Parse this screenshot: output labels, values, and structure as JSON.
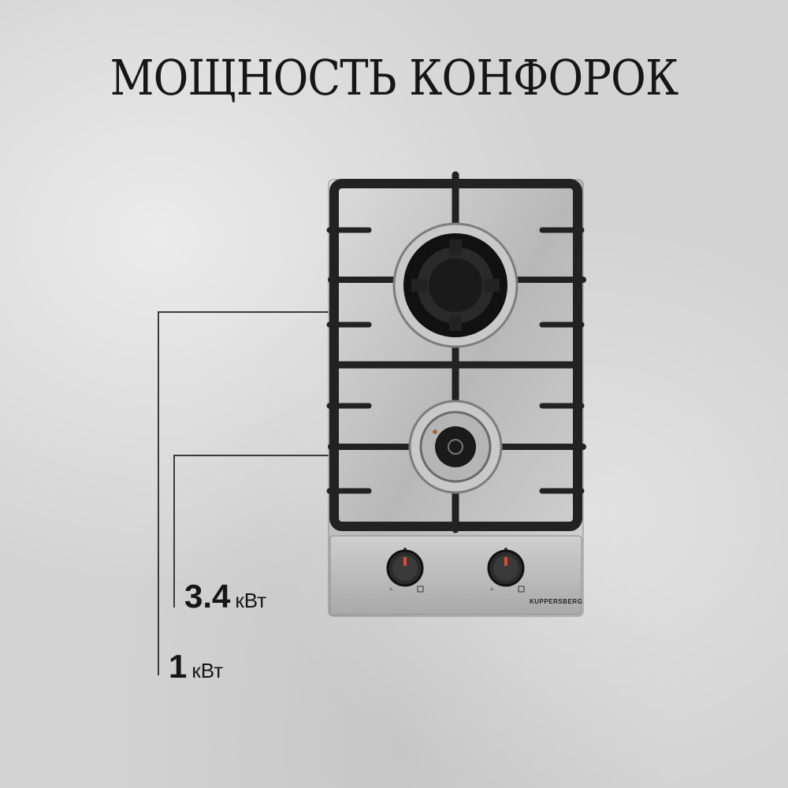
{
  "title": "МОЩНОСТЬ КОНФОРОК",
  "burners": [
    {
      "value": "3.4",
      "unit": "кВт"
    },
    {
      "value": "1",
      "unit": "кВт"
    }
  ],
  "brand": "KUPPERSBERG",
  "colors": {
    "background": "#d3d3d3",
    "text": "#161616",
    "steel": "#c4c4c4",
    "grate": "#222222"
  }
}
